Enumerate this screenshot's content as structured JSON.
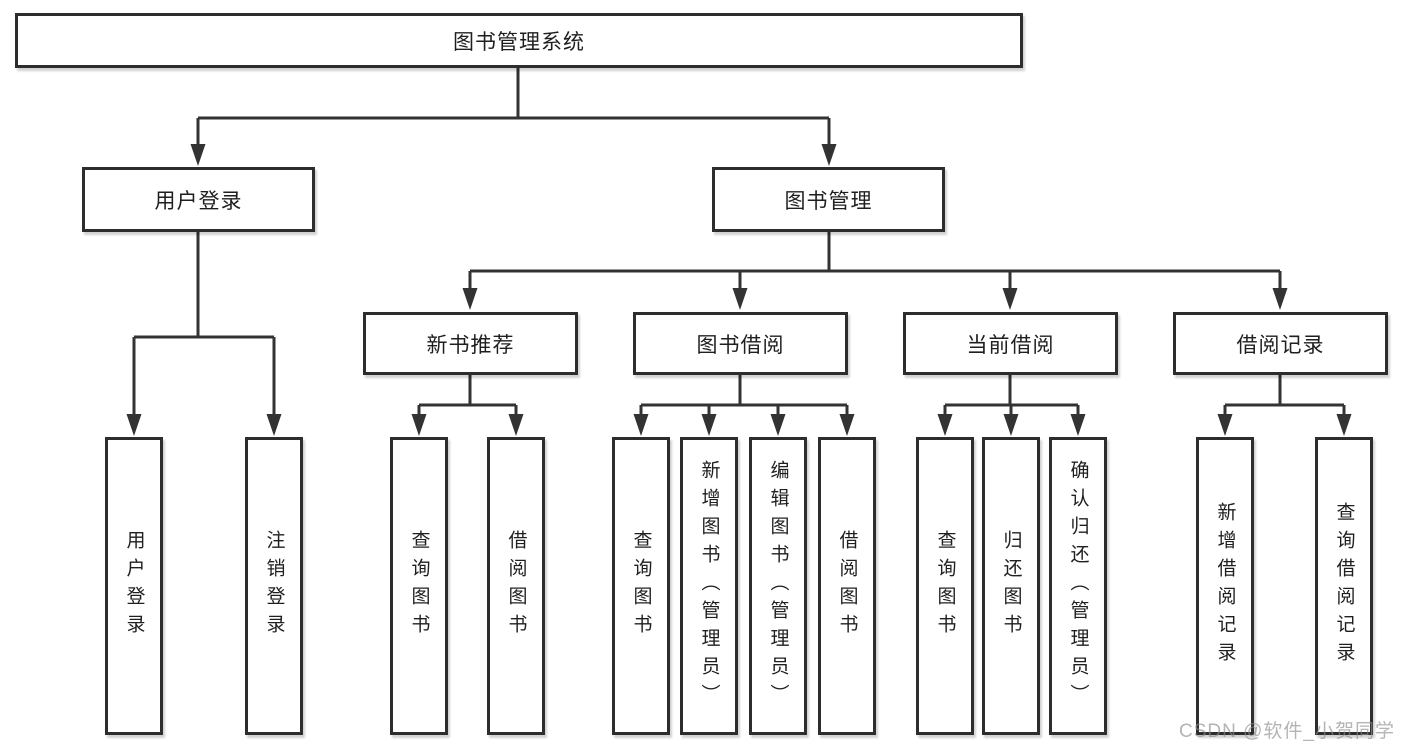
{
  "root_label": "图书管理系统",
  "branches": [
    {
      "label": "用户登录",
      "leaves": [
        "用户登录",
        "注销登录"
      ]
    },
    {
      "label": "图书管理",
      "sub_branches": [
        {
          "label": "新书推荐",
          "leaves": [
            "查询图书",
            "借阅图书"
          ]
        },
        {
          "label": "图书借阅",
          "leaves": [
            "查询图书",
            "新增图书（管理员）",
            "编辑图书（管理员）",
            "借阅图书"
          ]
        },
        {
          "label": "当前借阅",
          "leaves": [
            "查询图书",
            "归还图书",
            "确认归还（管理员）"
          ]
        },
        {
          "label": "借阅记录",
          "leaves": [
            "新增借阅记录",
            "查询借阅记录"
          ]
        }
      ]
    }
  ],
  "watermark": "CSDN @软件_小贺同学",
  "colors": {
    "line": "#333333",
    "box_border": "#2d2d2d",
    "background": "#ffffff",
    "text": "#1f1f1f",
    "watermark": "#8c8c8c"
  }
}
